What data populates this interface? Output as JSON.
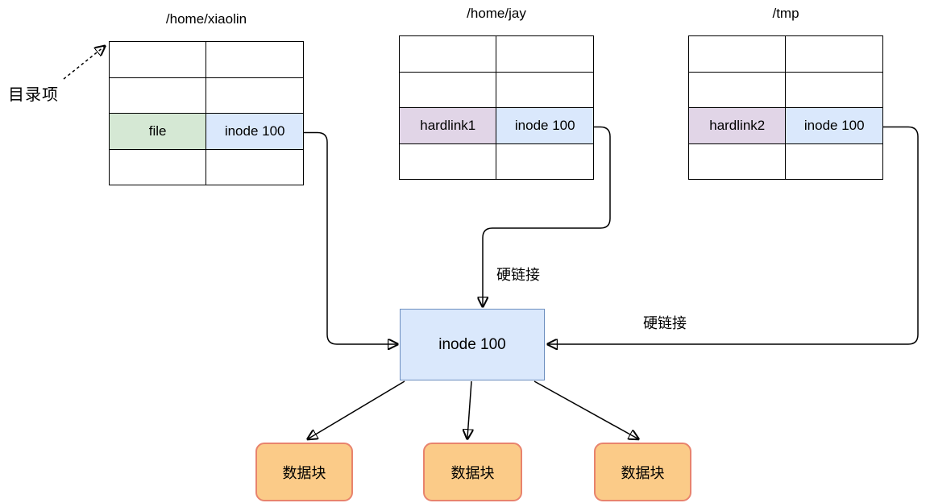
{
  "diagram": {
    "labels": {
      "dir_entry": "目录项",
      "hardlink": "硬链接"
    },
    "directories": [
      {
        "title": "/home/xiaolin",
        "entry_name": "file",
        "entry_inode": "inode 100"
      },
      {
        "title": "/home/jay",
        "entry_name": "hardlink1",
        "entry_inode": "inode 100"
      },
      {
        "title": "/tmp",
        "entry_name": "hardlink2",
        "entry_inode": "inode 100"
      }
    ],
    "inode": {
      "label": "inode 100"
    },
    "data_blocks": [
      {
        "label": "数据块"
      },
      {
        "label": "数据块"
      },
      {
        "label": "数据块"
      }
    ],
    "colors": {
      "entry_green_fill": "#d5e8d4",
      "entry_green_stroke": "#82b366",
      "entry_purple_fill": "#e1d5e7",
      "entry_purple_stroke": "#9673a6",
      "inode_blue_fill": "#dae8fc",
      "inode_blue_stroke": "#6c8ebf",
      "block_orange_fill": "#fbcb88",
      "block_orange_stroke": "#e8836d",
      "line_black": "#000000"
    }
  }
}
